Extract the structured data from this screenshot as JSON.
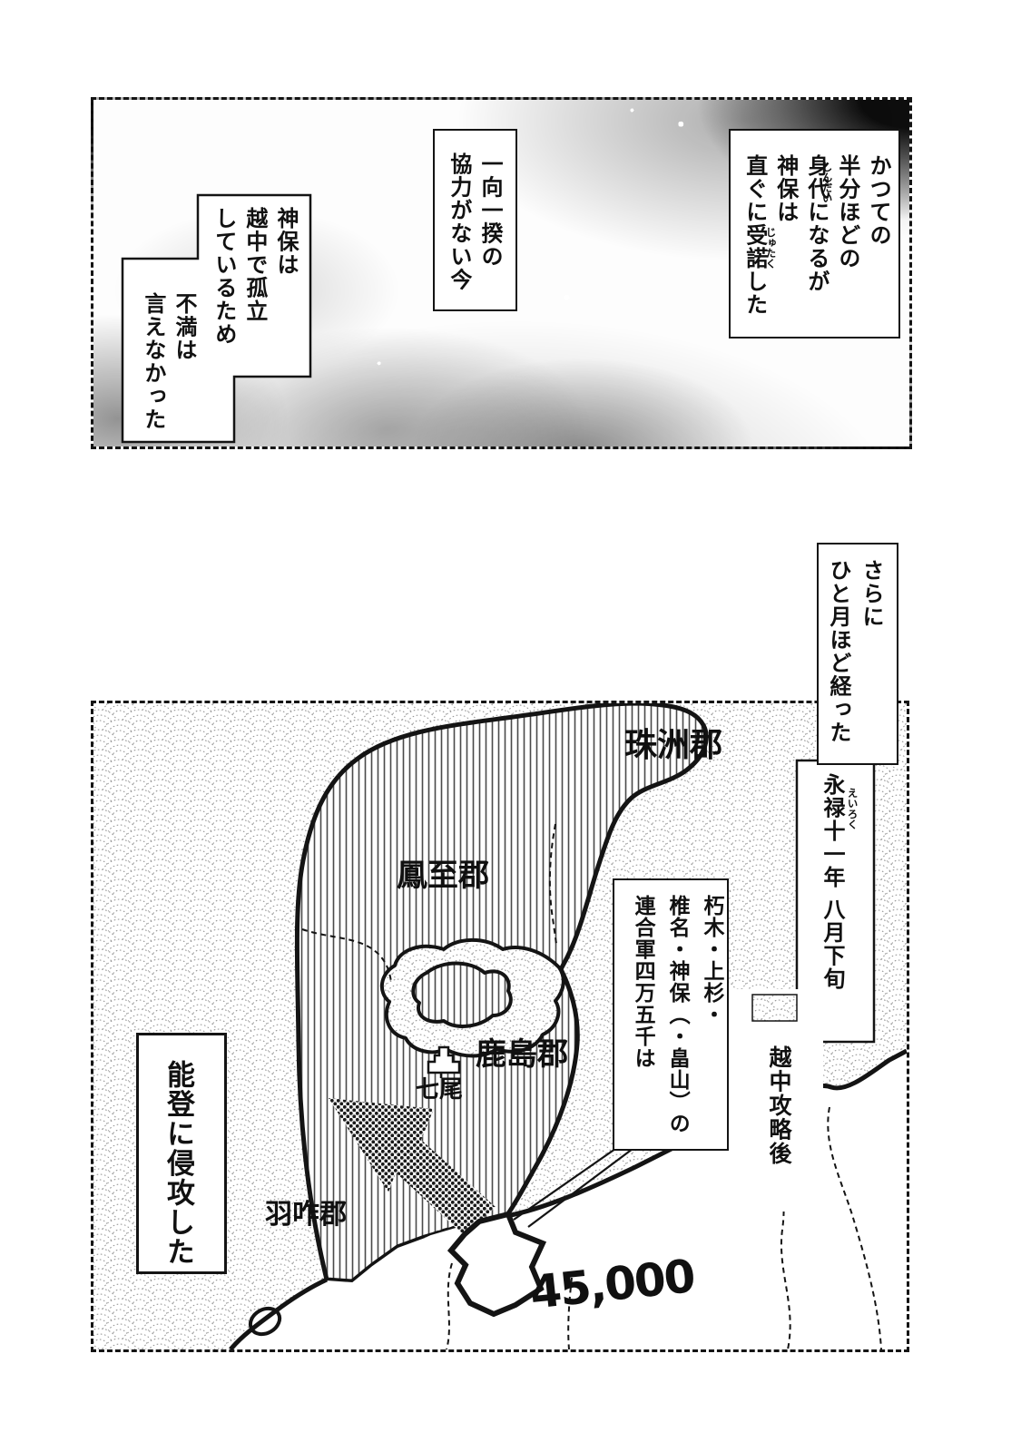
{
  "colors": {
    "ink": "#141414",
    "paper": "#ffffff",
    "wave_gray": "#8f8f8f"
  },
  "panel_flashback": {
    "bubble_accept": {
      "lines": [
        "かつての",
        "半分ほどの",
        "身代になるが",
        "神保は",
        "直ぐに受諾した"
      ],
      "furigana_shindai": "しんだい",
      "furigana_judaku": "じゅたく"
    },
    "bubble_ikko": {
      "lines": [
        "一向一揆の",
        "協力がない今"
      ]
    },
    "bubble_jimbo": {
      "lines_upper": [
        "神保は",
        "越中で孤立",
        "しているため"
      ],
      "lines_lower": [
        "不満は",
        "言えなかった"
      ]
    }
  },
  "panel_map": {
    "caption_month": {
      "lines": [
        "さらに",
        "ひと月ほど経った"
      ]
    },
    "caption_date": {
      "text": "永禄十一年 八月下旬",
      "furigana_eiroku": "えいろく"
    },
    "caption_allies": {
      "lines": [
        "朽木・上杉・",
        "椎名・神保（・畠山）の",
        "連合軍四万五千は"
      ]
    },
    "caption_etchu": {
      "text": "越中攻略後"
    },
    "caption_invade": {
      "text": "能登に侵攻した"
    },
    "map_labels": {
      "suzu_gun": "珠洲郡",
      "fugeshi_gun": "鳳至郡",
      "kashima_gun": "鹿島郡",
      "hakui_gun": "羽咋郡",
      "nanao": "七尾",
      "troop_count": "45,000"
    }
  }
}
